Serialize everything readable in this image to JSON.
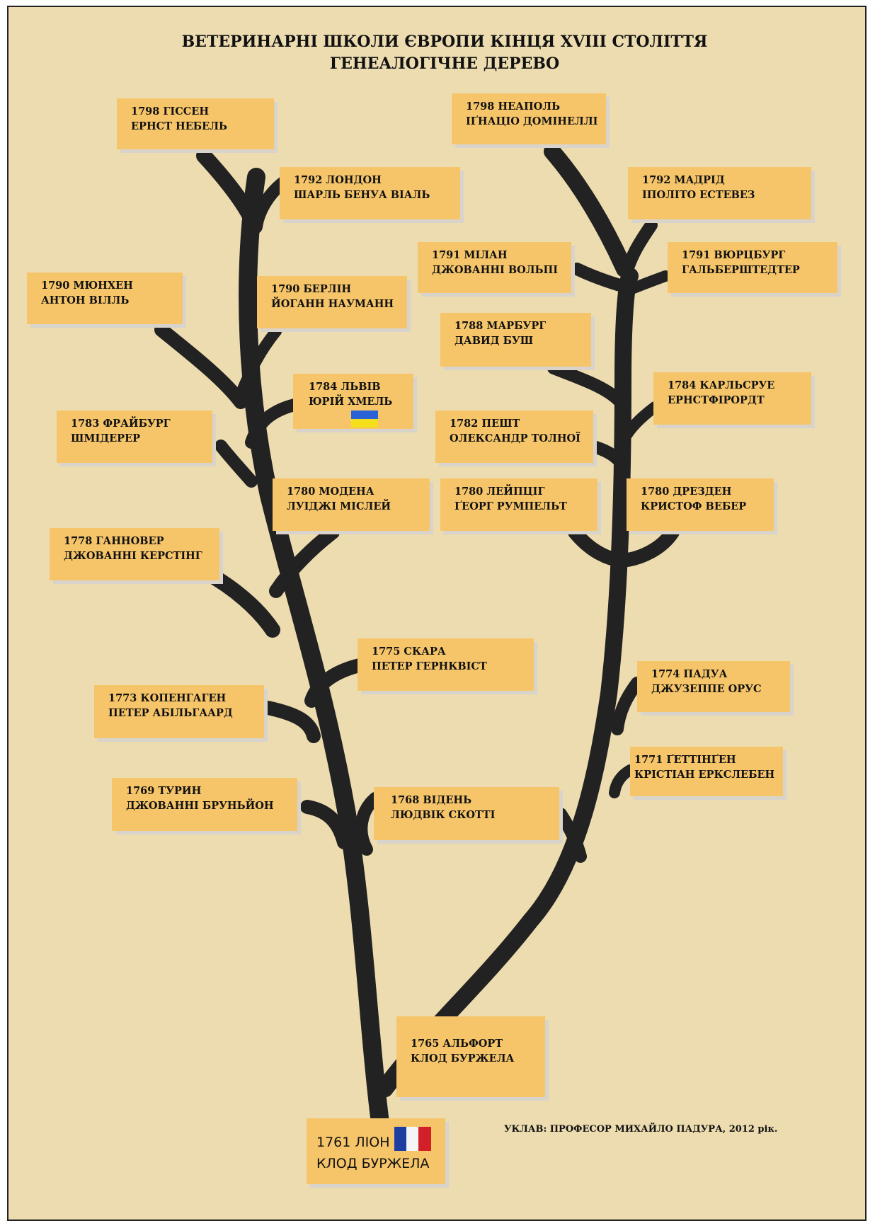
{
  "title": {
    "line1": "ВЕТЕРИНАРНІ ШКОЛИ ЄВРОПИ КІНЦЯ XVIII СТОЛІТТЯ",
    "line2": "ГЕНЕАЛОГІЧНЕ ДЕРЕВО"
  },
  "schools": {
    "giessen": {
      "line1": "1798  ГІССЕН",
      "line2": "ЕРНСТ  НЕБЕЛЬ"
    },
    "naples": {
      "line1": "1798  НЕАПОЛЬ",
      "line2": "ІҐНАЦІО  ДОМІНЕЛЛІ"
    },
    "london": {
      "line1": "1792  ЛОНДОН",
      "line2": "ШАРЛЬ  БЕНУА  ВІАЛЬ"
    },
    "madrid": {
      "line1": "1792  МАДРІД",
      "line2": "ІПОЛІТО  ЕСТЕВЕЗ"
    },
    "milan": {
      "line1": "1791  МІЛАН",
      "line2": "ДЖОВАННІ  ВОЛЬПІ"
    },
    "wurzburg": {
      "line1": "1791  ВЮРЦБУРГ",
      "line2": "ГАЛЬБЕРШТЕДТЕР"
    },
    "munich": {
      "line1": "1790  МЮНХЕН",
      "line2": "АНТОН  ВІЛЛЬ"
    },
    "berlin": {
      "line1": "1790  БЕРЛІН",
      "line2": "ЙОГАНН  НАУМАНН"
    },
    "marburg": {
      "line1": "1788  МАРБУРГ",
      "line2": "ДАВИД  БУШ"
    },
    "lviv": {
      "line1": "1784  ЛЬВІВ",
      "line2": "ЮРІЙ  ХМЕЛЬ"
    },
    "karlsruhe": {
      "line1": "1784  КАРЛЬСРУЕ",
      "line2": "ЕРНСТФІРОРДТ"
    },
    "freiburg": {
      "line1": "1783  ФРАЙБУРГ",
      "line2": "ШМІДЕРЕР"
    },
    "pest": {
      "line1": "1782  ПЕШТ",
      "line2": "ОЛЕКСАНДР  ТОЛНОЇ"
    },
    "modena": {
      "line1": "1780  МОДЕНА",
      "line2": "ЛУІДЖІ  МІСЛЕЙ"
    },
    "leipzig": {
      "line1": "1780  ЛЕЙПЦІГ",
      "line2": "ҐЕОРГ  РУМПЕЛЬТ"
    },
    "dresden": {
      "line1": "1780  ДРЕЗДЕН",
      "line2": "КРИСТОФ  ВЕБЕР"
    },
    "hannover": {
      "line1": "1778  ГАННОВЕР",
      "line2": "ДЖОВАННІ  КЕРСТІНГ"
    },
    "skara": {
      "line1": "1775  СКАРА",
      "line2": "ПЕТЕР  ГЕРНКВІСТ"
    },
    "padua": {
      "line1": "1774  ПАДУА",
      "line2": "ДЖУЗЕППЕ  ОРУС"
    },
    "copenhagen": {
      "line1": "1773  КОПЕНГАГЕН",
      "line2": "ПЕТЕР  АБІЛЬГААРД"
    },
    "gottingen": {
      "line1": "1771  ҐЕТТІНҐЕН",
      "line2": "КРІСТІАН  ЕРКСЛЕБЕН"
    },
    "turin": {
      "line1": "1769  ТУРИН",
      "line2": "ДЖОВАННІ  БРУНЬЙОН"
    },
    "vienna": {
      "line1": "1768  ВІДЕНЬ",
      "line2": "ЛЮДВІК  СКОТТІ"
    },
    "alfort": {
      "line1": "1765  АЛЬФОРТ",
      "line2": "КЛОД  БУРЖЕЛА"
    },
    "lyon": {
      "line1": "1761  ЛІОН",
      "line2": "КЛОД  БУРЖЕЛА"
    }
  },
  "footer": "УКЛАВ:  ПРОФЕСОР  МИХАЙЛО  ПАДУРА,  2012  рік.",
  "colors": {
    "background": "#eddcb0",
    "box": "#f6c56a",
    "branch": "#222222",
    "flag_ua_blue": "#2a63d6",
    "flag_ua_yellow": "#f4df1a",
    "flag_fr_blue": "#1c3fa0",
    "flag_fr_red": "#d32028"
  }
}
